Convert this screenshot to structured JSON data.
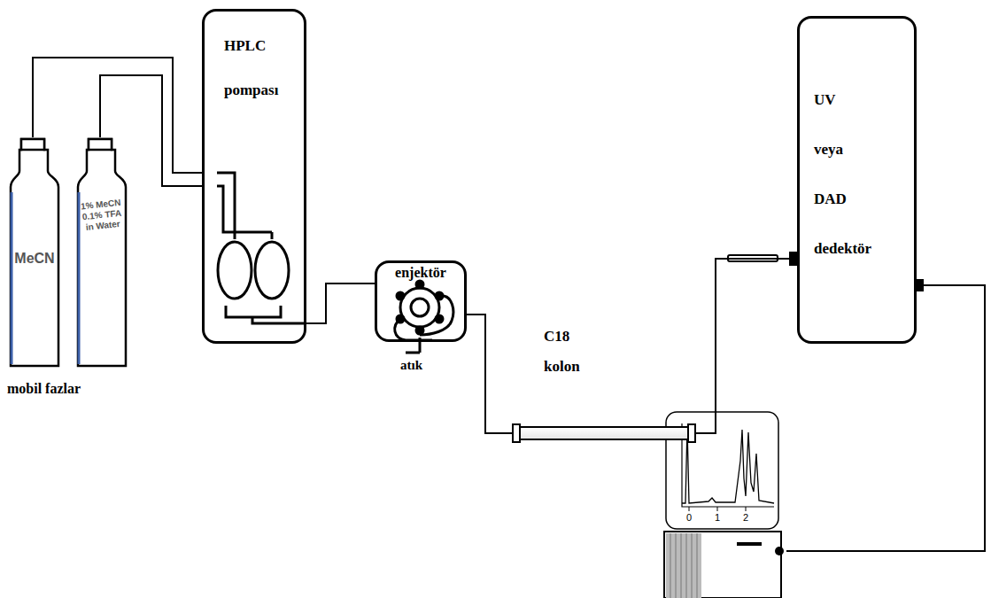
{
  "diagram": {
    "nodes": [
      {
        "text": [
          "MeCN"
        ]
      },
      {
        "text": [
          "1% MeCN 0.1% TFA in Water"
        ]
      },
      {
        "text": [
          "HPLC pompası"
        ]
      },
      {
        "text": [
          "enjektör"
        ]
      },
      {
        "text": [
          "C18 kolon"
        ]
      },
      {
        "text": [
          "UV veya DAD dedektör"
        ]
      }
    ],
    "edges": [
      {
        "from": 0,
        "to": 2,
        "arrow": "none"
      },
      {
        "from": 1,
        "to": 2,
        "arrow": "none"
      },
      {
        "from": 2,
        "to": 3,
        "arrow": "none"
      },
      {
        "from": 3,
        "to": 4,
        "arrow": "none"
      },
      {
        "from": 4,
        "to": 5,
        "arrow": "none"
      }
    ],
    "labels": [
      "mobil fazlar",
      "atık",
      "0",
      "1",
      "2"
    ]
  }
}
